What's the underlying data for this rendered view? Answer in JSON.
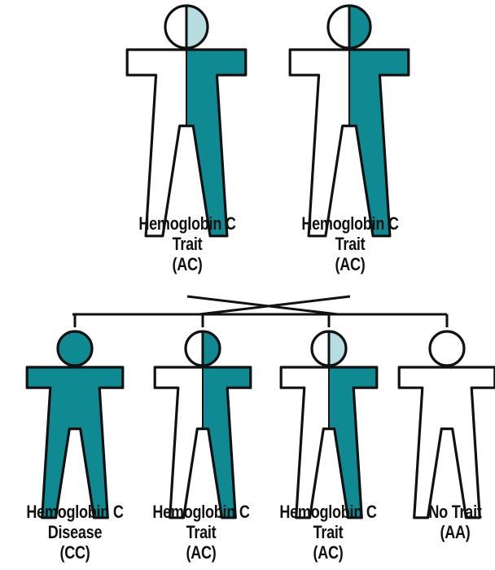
{
  "colors": {
    "teal": "#0f8a93",
    "light_teal": "#b7dde1",
    "outline": "#111111",
    "white": "#ffffff"
  },
  "parents": [
    {
      "fill": "half-teal",
      "head": "half-light-teal",
      "label": {
        "line1": "Hemoglobin C",
        "line2": "Trait",
        "line3": "(AC)"
      }
    },
    {
      "fill": "half-teal",
      "head": "half-teal",
      "label": {
        "line1": "Hemoglobin C",
        "line2": "Trait",
        "line3": "(AC)"
      }
    }
  ],
  "children": [
    {
      "fill": "full-teal",
      "head": "full-teal",
      "label": {
        "line1": "Hemoglobin C",
        "line2": "Disease",
        "line3": "(CC)"
      }
    },
    {
      "fill": "half-teal",
      "head": "half-teal",
      "label": {
        "line1": "Hemoglobin C",
        "line2": "Trait",
        "line3": "(AC)"
      }
    },
    {
      "fill": "half-teal",
      "head": "half-light-teal",
      "label": {
        "line1": "Hemoglobin C",
        "line2": "Trait",
        "line3": "(AC)"
      }
    },
    {
      "fill": "none",
      "head": "none",
      "label": {
        "line1": "No Trait",
        "line2": "(AA)",
        "line3": ""
      }
    }
  ]
}
